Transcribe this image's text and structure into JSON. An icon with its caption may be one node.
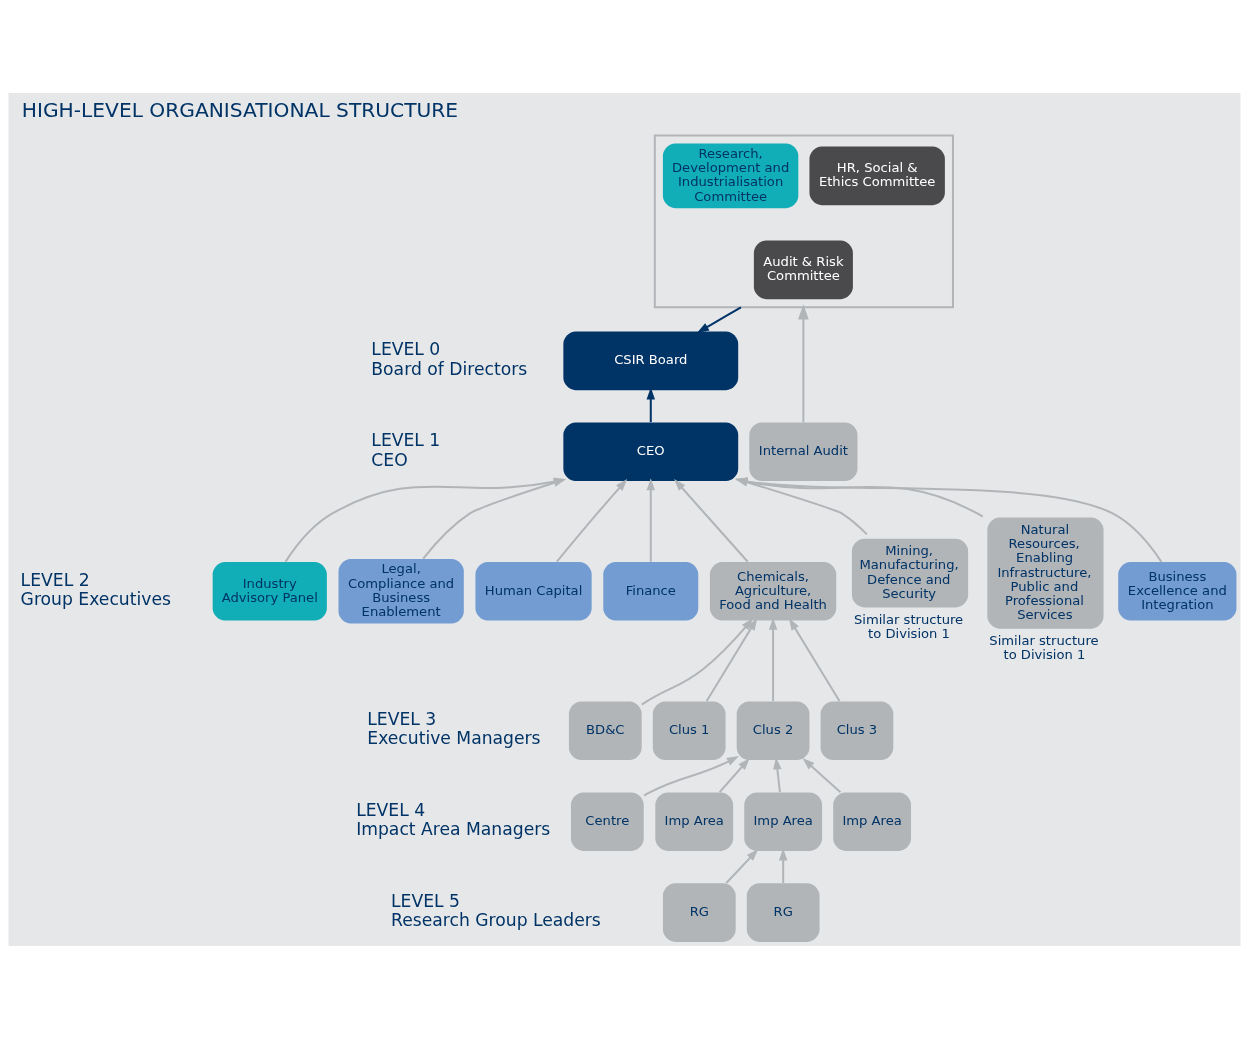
{
  "diagram": {
    "title": "HIGH-LEVEL ORGANISATIONAL STRUCTURE",
    "nodes": [
      {
        "text": [
          "CSIR Board"
        ]
      },
      {
        "text": [],
        "shape": "box"
      },
      {
        "text": [
          "Research, Development and Industrialisation Committee"
        ],
        "in": 1
      },
      {
        "text": [
          "HR, Social & Ethics Committee"
        ],
        "in": 1
      },
      {
        "text": [
          "Audit & Risk Committee"
        ],
        "in": 1
      },
      {
        "text": [
          "CEO"
        ]
      },
      {
        "text": [
          "Internal Audit"
        ]
      },
      {
        "text": [
          "Industry Advisory Panel"
        ]
      },
      {
        "text": [
          "Legal, Compliance and Business Enablement"
        ]
      },
      {
        "text": [
          "Human Capital"
        ]
      },
      {
        "text": [
          "Finance"
        ]
      },
      {
        "text": [
          "Chemicals, Agriculture, Food and Health"
        ]
      },
      {
        "text": [
          "Mining, Manufacturing, Defence and Security"
        ],
        "beside": [
          "Similar structure to Division 1"
        ]
      },
      {
        "text": [
          "Natural Resources, Enabling Infrastructure, Public and Professional Services"
        ],
        "beside": [
          "Similar structure to Division 1"
        ]
      },
      {
        "text": [
          "Business Excellence and Integration"
        ]
      },
      {
        "text": [
          "BD&C"
        ]
      },
      {
        "text": [
          "Clus 1"
        ]
      },
      {
        "text": [
          "Clus 2"
        ]
      },
      {
        "text": [
          "Clus 3"
        ]
      },
      {
        "text": [
          "Centre"
        ]
      },
      {
        "text": [
          "Imp Area"
        ]
      },
      {
        "text": [
          "Imp Area"
        ]
      },
      {
        "text": [
          "Imp Area"
        ]
      },
      {
        "text": [
          "RG"
        ]
      },
      {
        "text": [
          "RG"
        ]
      }
    ],
    "edges": [
      {
        "from": 1,
        "to": 0,
        "arrow": "to",
        "color": "#003366"
      },
      {
        "from": 5,
        "to": 0,
        "arrow": "to",
        "color": "#003366"
      },
      {
        "from": 6,
        "to": 1,
        "arrow": "to"
      },
      {
        "from": 7,
        "to": 5,
        "arrow": "to"
      },
      {
        "from": 8,
        "to": 5,
        "arrow": "to"
      },
      {
        "from": 9,
        "to": 5,
        "arrow": "to"
      },
      {
        "from": 10,
        "to": 5,
        "arrow": "to"
      },
      {
        "from": 11,
        "to": 5,
        "arrow": "to"
      },
      {
        "from": 12,
        "to": 5,
        "arrow": "to"
      },
      {
        "from": 13,
        "to": 5,
        "arrow": "to"
      },
      {
        "from": 14,
        "to": 5,
        "arrow": "to"
      },
      {
        "from": 15,
        "to": 11,
        "arrow": "to"
      },
      {
        "from": 16,
        "to": 11,
        "arrow": "to"
      },
      {
        "from": 17,
        "to": 11,
        "arrow": "to"
      },
      {
        "from": 18,
        "to": 11,
        "arrow": "to"
      },
      {
        "from": 19,
        "to": 17,
        "arrow": "to"
      },
      {
        "from": 20,
        "to": 17,
        "arrow": "to"
      },
      {
        "from": 21,
        "to": 17,
        "arrow": "to"
      },
      {
        "from": 22,
        "to": 17,
        "arrow": "to"
      },
      {
        "from": 23,
        "to": 21,
        "arrow": "to"
      },
      {
        "from": 24,
        "to": 21,
        "arrow": "to"
      }
    ],
    "labels": [
      "LEVEL 0",
      "Board of Directors",
      "LEVEL 1",
      "CEO",
      "LEVEL 2",
      "Group Executives",
      "LEVEL 3",
      "Executive Managers",
      "LEVEL 4",
      "Impact Area Managers",
      "LEVEL 5",
      "Research Group Leaders"
    ]
  }
}
